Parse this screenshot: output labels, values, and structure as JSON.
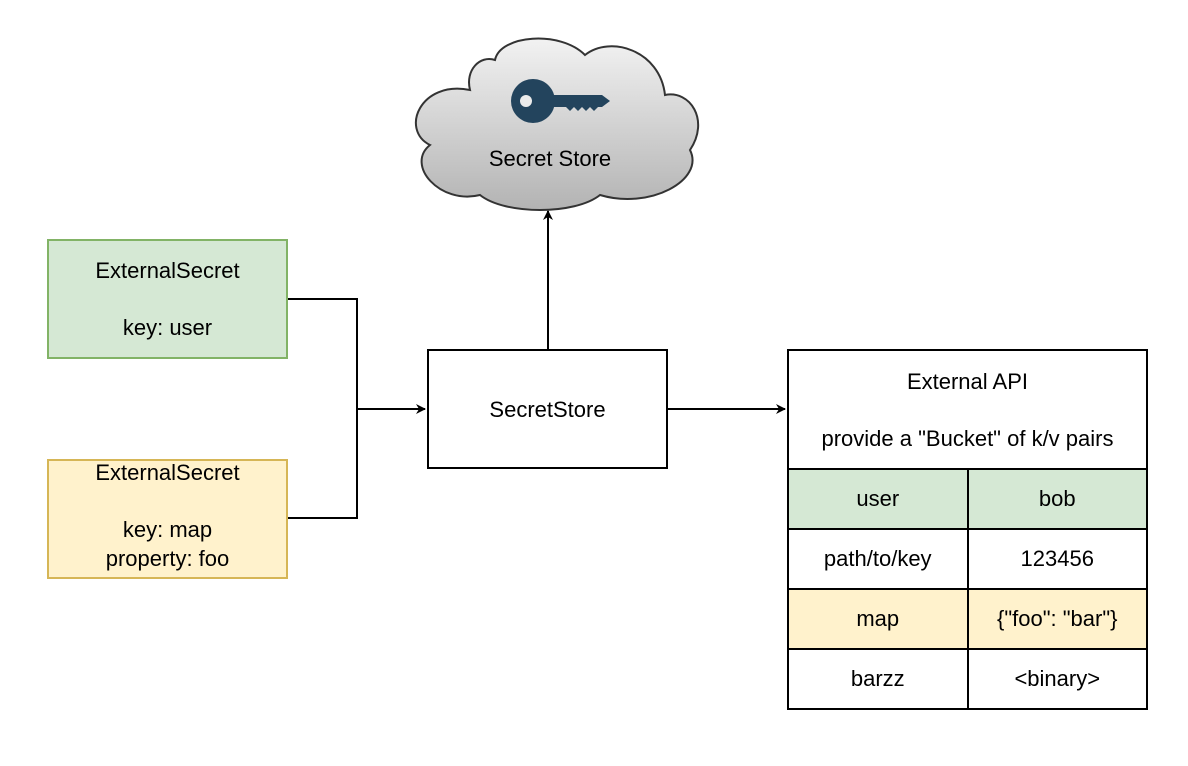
{
  "cloud": {
    "label": "Secret Store",
    "icon": "key-icon",
    "icon_color": "#23445d"
  },
  "external_secret_user": {
    "title": "ExternalSecret",
    "key": "key: user"
  },
  "external_secret_map": {
    "title": "ExternalSecret",
    "key": "key: map",
    "property": "property: foo"
  },
  "secret_store": {
    "label": "SecretStore"
  },
  "external_api": {
    "title": "External API",
    "subtitle": "provide a \"Bucket\" of k/v pairs",
    "rows": [
      {
        "key": "user",
        "value": "bob"
      },
      {
        "key": "path/to/key",
        "value": "123456"
      },
      {
        "key": "map",
        "value": "{\"foo\": \"bar\"}"
      },
      {
        "key": "barzz",
        "value": "<binary>"
      }
    ]
  },
  "colors": {
    "green_fill": "#d5e8d4",
    "green_stroke": "#82b366",
    "yellow_fill": "#fff2cc",
    "yellow_stroke": "#d6b656",
    "cloud_fill": "#cccccc"
  }
}
